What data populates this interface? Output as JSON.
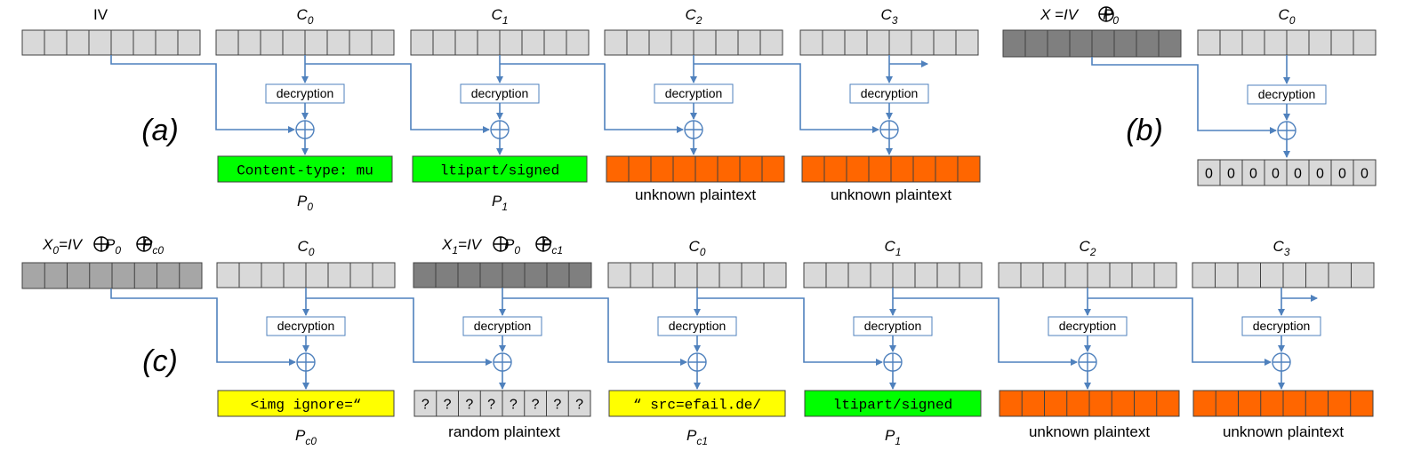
{
  "figure": {
    "part_a": {
      "panel_label": "(a)",
      "block_labels": [
        "IV",
        "C",
        "C",
        "C",
        "C"
      ],
      "block_label_subs": [
        "",
        "0",
        "1",
        "2",
        "3"
      ],
      "decrypt_label": "decryption",
      "outputs": [
        {
          "text": "Content-type: mu",
          "label": "P",
          "sub": "0",
          "style": "green"
        },
        {
          "text": "ltipart/signed",
          "label": "P",
          "sub": "1",
          "style": "green"
        },
        {
          "text": "",
          "label": "unknown plaintext",
          "sub": "",
          "style": "orange"
        },
        {
          "text": "",
          "label": "unknown plaintext",
          "sub": "",
          "style": "orange"
        }
      ]
    },
    "part_b": {
      "panel_label": "(b)",
      "x_label": "X =IV",
      "x_label_p": "P",
      "x_label_sub": "0",
      "c_label": "C",
      "c_label_sub": "0",
      "decrypt_label": "decryption",
      "zero_cells": [
        "0",
        "0",
        "0",
        "0",
        "0",
        "0",
        "0",
        "0"
      ]
    },
    "part_c": {
      "panel_label": "(c)",
      "x0_label": "X",
      "x0_sub": "0",
      "x0_rest": "=IV",
      "x0_p0": "P",
      "x0_p0_sub": "0",
      "x0_pc": "P",
      "x0_pc_sub": "c0",
      "x1_label": "X",
      "x1_sub": "1",
      "x1_rest": "=IV",
      "x1_p0": "P",
      "x1_p0_sub": "0",
      "x1_pc": "P",
      "x1_pc_sub": "c1",
      "block_labels": [
        "C",
        "C",
        "C",
        "C",
        "C"
      ],
      "block_label_subs": [
        "0",
        "0",
        "1",
        "2",
        "3"
      ],
      "decrypt_label": "decryption",
      "outputs": [
        {
          "text": "<img ignore=“",
          "label": "P",
          "sub": "c0",
          "style": "yellow"
        },
        {
          "text": "",
          "label": "random plaintext",
          "sub": "",
          "style": "question"
        },
        {
          "text": "“ src=efail.de/",
          "label": "P",
          "sub": "c1",
          "style": "yellow"
        },
        {
          "text": "ltipart/signed",
          "label": "P",
          "sub": "1",
          "style": "green"
        },
        {
          "text": "",
          "label": "unknown plaintext",
          "sub": "",
          "style": "orange"
        },
        {
          "text": "",
          "label": "unknown plaintext",
          "sub": "",
          "style": "orange"
        }
      ],
      "question_cells": [
        "?",
        "?",
        "?",
        "?",
        "?",
        "?",
        "?",
        "?"
      ]
    },
    "colors": {
      "cipher_gray": "#d9d9d9",
      "dark_gray": "#7f7f7f",
      "mid_gray": "#a6a6a6",
      "arrow_blue": "#4f81bd",
      "green": "#00ff00",
      "yellow": "#ffff00",
      "orange": "#ff6600",
      "border": "#404040"
    }
  }
}
